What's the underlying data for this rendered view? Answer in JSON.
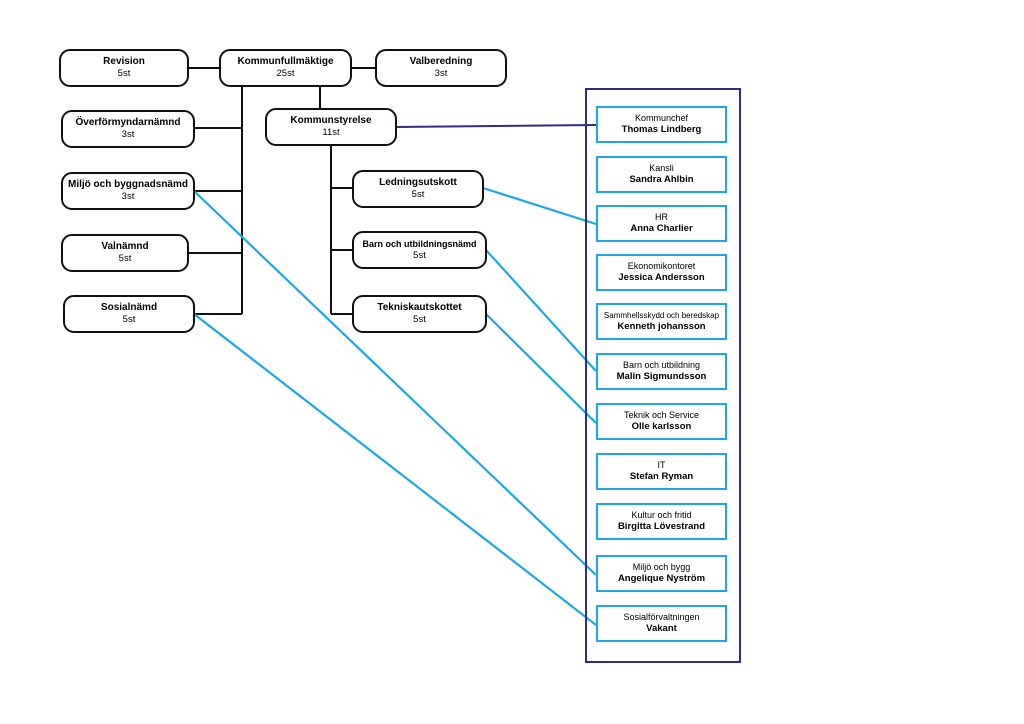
{
  "colors": {
    "link": "#1ea7e6",
    "border": "#111111",
    "panel": "#2e2e86"
  },
  "council": {
    "kommunfullmaktige": {
      "name": "Kommunfullmäktige",
      "seats": "25st"
    },
    "revision": {
      "name": "Revision",
      "seats": "5st"
    },
    "valberedning": {
      "name": "Valberedning",
      "seats": "3st"
    },
    "overformyndarnamnd": {
      "name": "Överförmyndarnämnd",
      "seats": "3st"
    },
    "kommunstyrelse": {
      "name": "Kommunstyrelse",
      "seats": "11st"
    },
    "miljo_bygg": {
      "name": "Miljö och byggnadsnämd",
      "seats": "3st"
    },
    "ledningsutskott": {
      "name": "Ledningsutskott",
      "seats": "5st"
    },
    "barn_utbildning": {
      "name": "Barn och utbildningsnämd",
      "seats": "5st"
    },
    "valnamnd": {
      "name": "Valnämnd",
      "seats": "5st"
    },
    "sosialnamnd": {
      "name": "Sosialnämd",
      "seats": "5st"
    },
    "tekniskautskottet": {
      "name": "Tekniskautskottet",
      "seats": "5st"
    }
  },
  "administration": [
    {
      "unit": "Kommunchef",
      "head": "Thomas Lindberg"
    },
    {
      "unit": "Kansli",
      "head": "Sandra Ahlbin"
    },
    {
      "unit": "HR",
      "head": "Anna Charlier"
    },
    {
      "unit": "Ekonomikontoret",
      "head": "Jessica Andersson"
    },
    {
      "unit": "Sammhellsskydd och beredskap",
      "head": "Kenneth johansson"
    },
    {
      "unit": "Barn och utbildning",
      "head": "Malin Sigmundsson"
    },
    {
      "unit": "Teknik och Service",
      "head": "Olle karlsson"
    },
    {
      "unit": "IT",
      "head": "Stefan Ryman"
    },
    {
      "unit": "Kultur och fritid",
      "head": "Birgitta Lövestrand"
    },
    {
      "unit": "Miljö och bygg",
      "head": "Angelique Nyström"
    },
    {
      "unit": "Sosialförvaltningen",
      "head": "Vakant"
    }
  ]
}
